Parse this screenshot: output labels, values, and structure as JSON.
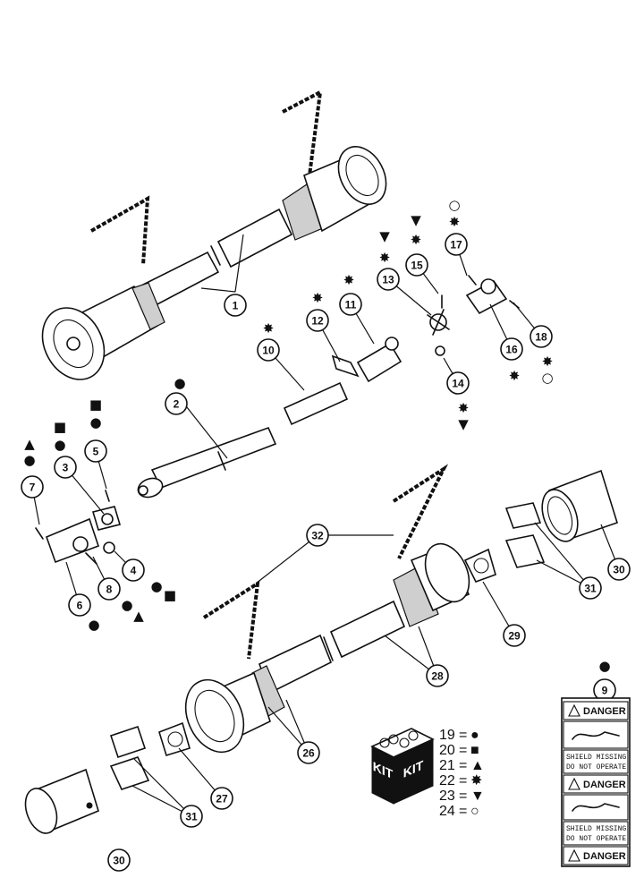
{
  "callouts": [
    {
      "id": "c1",
      "label": "1"
    },
    {
      "id": "c2",
      "label": "2"
    },
    {
      "id": "c3",
      "label": "3"
    },
    {
      "id": "c4",
      "label": "4"
    },
    {
      "id": "c5",
      "label": "5"
    },
    {
      "id": "c6",
      "label": "6"
    },
    {
      "id": "c7",
      "label": "7"
    },
    {
      "id": "c8",
      "label": "8"
    },
    {
      "id": "c9",
      "label": "9"
    },
    {
      "id": "c10",
      "label": "10"
    },
    {
      "id": "c11",
      "label": "11"
    },
    {
      "id": "c12",
      "label": "12"
    },
    {
      "id": "c13",
      "label": "13"
    },
    {
      "id": "c14",
      "label": "14"
    },
    {
      "id": "c15",
      "label": "15"
    },
    {
      "id": "c16",
      "label": "16"
    },
    {
      "id": "c17",
      "label": "17"
    },
    {
      "id": "c18",
      "label": "18"
    },
    {
      "id": "c26",
      "label": "26"
    },
    {
      "id": "c27",
      "label": "27"
    },
    {
      "id": "c28",
      "label": "28"
    },
    {
      "id": "c29",
      "label": "29"
    },
    {
      "id": "c30a",
      "label": "30"
    },
    {
      "id": "c30b",
      "label": "30"
    },
    {
      "id": "c31a",
      "label": "31"
    },
    {
      "id": "c31b",
      "label": "31"
    },
    {
      "id": "c32",
      "label": "32"
    }
  ],
  "legend": [
    {
      "number": "19",
      "eq": "=",
      "symbol": "●"
    },
    {
      "number": "20",
      "eq": "=",
      "symbol": "■"
    },
    {
      "number": "21",
      "eq": "=",
      "symbol": "▲"
    },
    {
      "number": "22",
      "eq": "=",
      "symbol": "✸"
    },
    {
      "number": "23",
      "eq": "=",
      "symbol": "▼"
    },
    {
      "number": "24",
      "eq": "=",
      "symbol": "○"
    }
  ],
  "kit": {
    "label_left": "KIT",
    "label_right": "KIT"
  },
  "decal": {
    "danger": "DANGER",
    "warning_line1": "SHIELD MISSING",
    "warning_line2": "DO NOT OPERATE",
    "alert_icon": "warning-triangle-icon"
  },
  "symbols": {
    "circle": "●",
    "square": "■",
    "triangle": "▲",
    "star": "✸",
    "down": "▼",
    "ring": "○"
  }
}
